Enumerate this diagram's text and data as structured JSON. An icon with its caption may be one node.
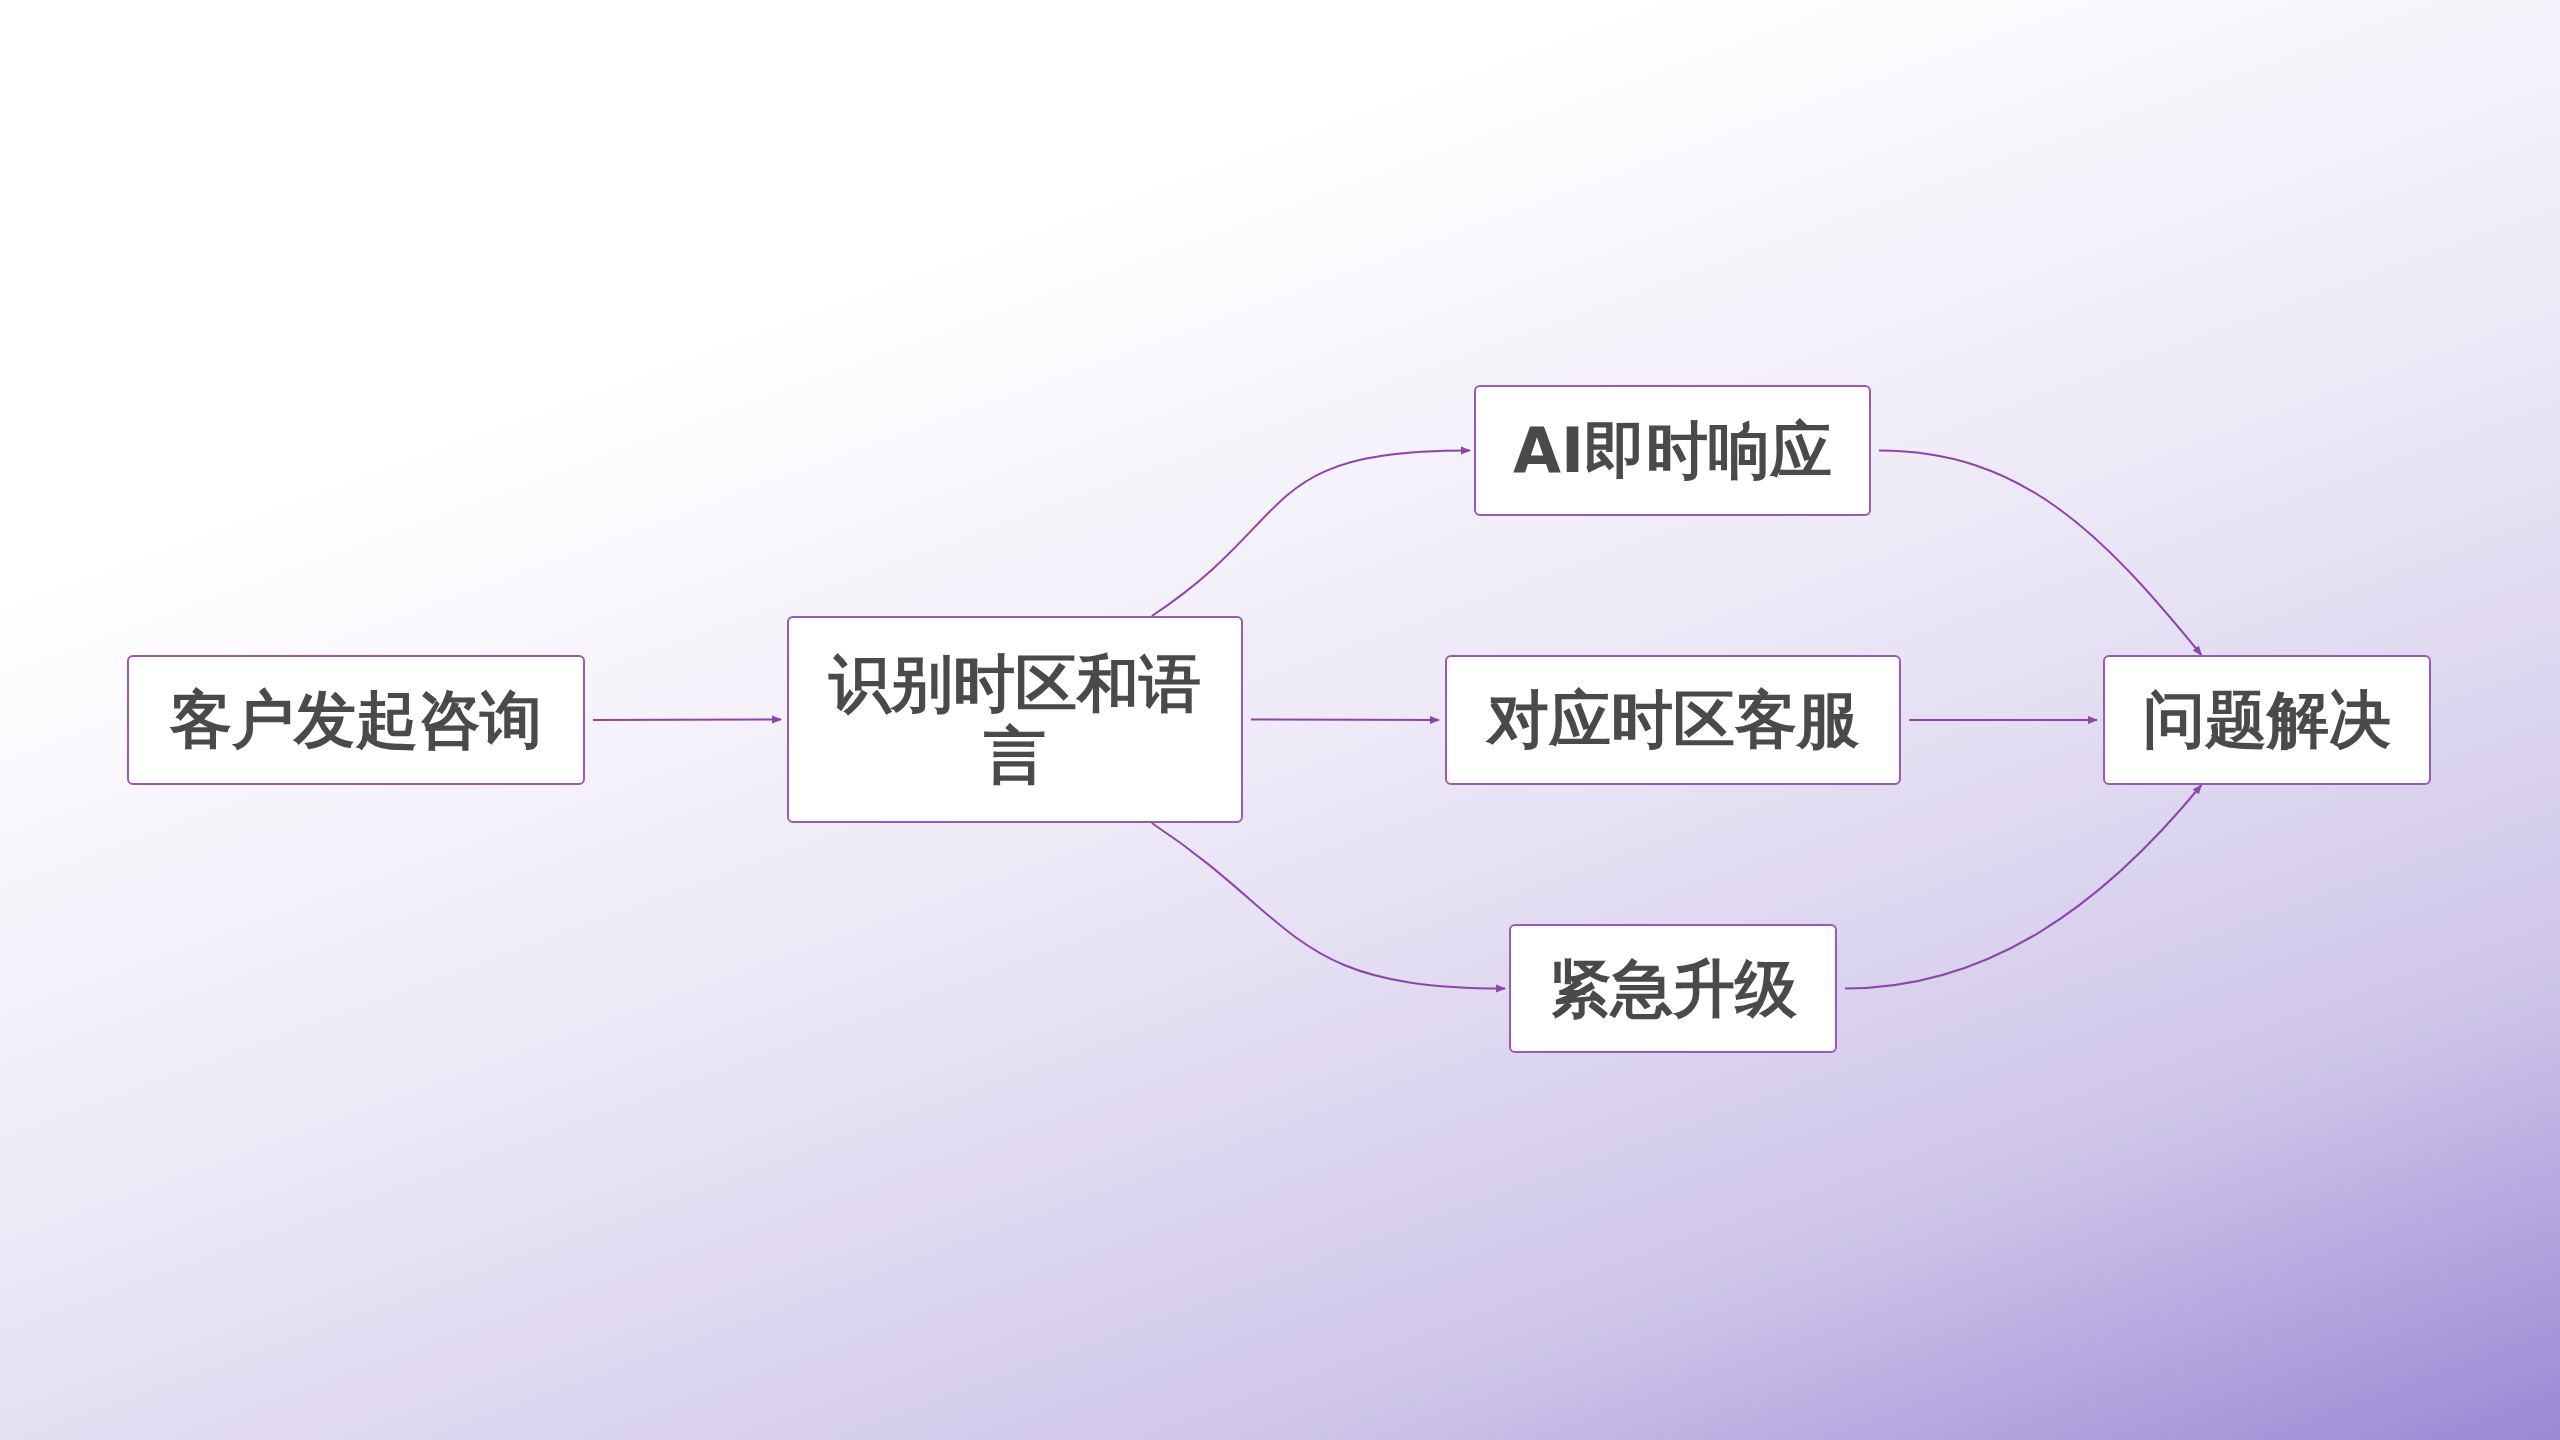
{
  "diagram": {
    "nodes": [
      {
        "text": [
          "客户发起咨询"
        ]
      },
      {
        "text": [
          "识别时区和语言"
        ]
      },
      {
        "text": [
          "AI即时响应"
        ]
      },
      {
        "text": [
          "对应时区客服"
        ]
      },
      {
        "text": [
          "紧急升级"
        ]
      },
      {
        "text": [
          "问题解决"
        ]
      }
    ],
    "edges": [
      {
        "from": 0,
        "to": 1,
        "arrow": "to"
      },
      {
        "from": 1,
        "to": 2,
        "arrow": "to"
      },
      {
        "from": 1,
        "to": 3,
        "arrow": "to"
      },
      {
        "from": 1,
        "to": 4,
        "arrow": "to"
      },
      {
        "from": 2,
        "to": 5,
        "arrow": "to"
      },
      {
        "from": 3,
        "to": 5,
        "arrow": "to"
      },
      {
        "from": 4,
        "to": 5,
        "arrow": "to"
      }
    ]
  }
}
